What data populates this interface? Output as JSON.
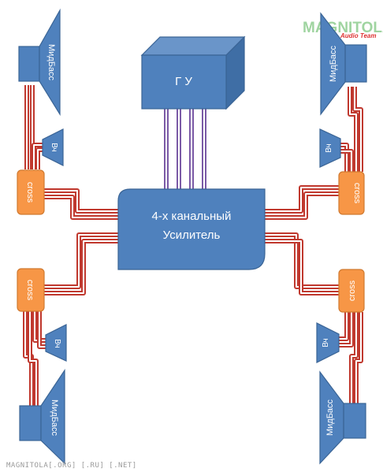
{
  "head_unit": {
    "label": "Г У"
  },
  "amplifier": {
    "line1": "4-х канальный",
    "line2": "Усилитель"
  },
  "crossover_label": "cross",
  "tweeter_label": "Вч",
  "midbass_label": "МидБасс",
  "watermark": "MAGNITOLA[.ORG] [.RU] [.NET]",
  "logo": {
    "text": "MAGNITOLA",
    "subtitle": "Audio Team"
  },
  "colors": {
    "speaker_blue": "#4f81bd",
    "crossover_orange": "#f79646",
    "wire_red": "#c0392f",
    "bus_purple": "#7b5aa6"
  }
}
